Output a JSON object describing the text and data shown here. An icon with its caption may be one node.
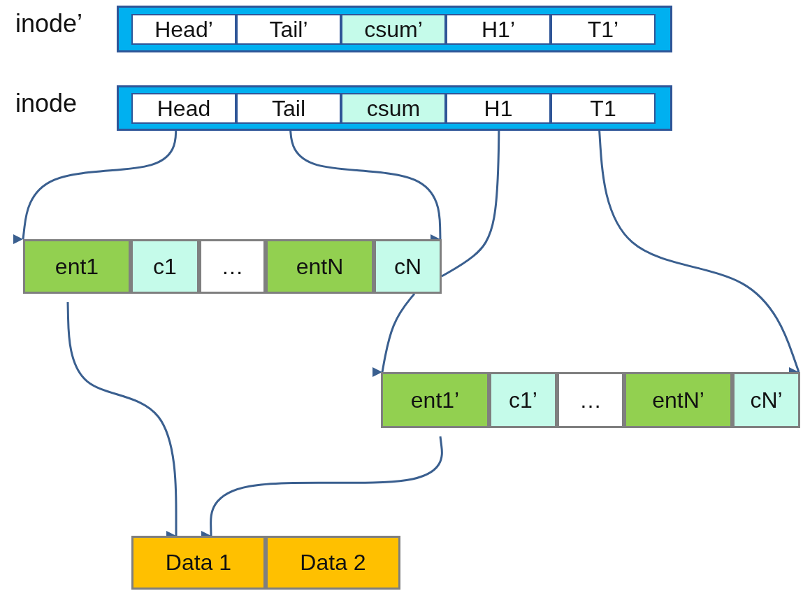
{
  "diagram": {
    "nodes": [
      {
        "text": [
          "inode’"
        ]
      },
      {
        "text": [
          "Head’"
        ],
        "in": 0
      },
      {
        "text": [
          "Tail’"
        ],
        "in": 0
      },
      {
        "text": [
          "csum’"
        ],
        "in": 0
      },
      {
        "text": [
          "H1’"
        ],
        "in": 0
      },
      {
        "text": [
          "T1’"
        ],
        "in": 0
      },
      {
        "text": [
          "inode"
        ]
      },
      {
        "text": [
          "Head"
        ],
        "in": 6
      },
      {
        "text": [
          "Tail"
        ],
        "in": 6
      },
      {
        "text": [
          "csum"
        ],
        "in": 6
      },
      {
        "text": [
          "H1"
        ],
        "in": 6
      },
      {
        "text": [
          "T1"
        ],
        "in": 6
      },
      {
        "text": [
          "ent1"
        ]
      },
      {
        "text": [
          "c1"
        ]
      },
      {
        "text": [
          "…"
        ]
      },
      {
        "text": [
          "entN"
        ]
      },
      {
        "text": [
          "cN"
        ]
      },
      {
        "text": [
          "ent1’"
        ]
      },
      {
        "text": [
          "c1’"
        ]
      },
      {
        "text": [
          "…"
        ]
      },
      {
        "text": [
          "entN’"
        ]
      },
      {
        "text": [
          "cN’"
        ]
      },
      {
        "text": [
          "Data 1"
        ]
      },
      {
        "text": [
          "Data 2"
        ]
      }
    ],
    "edges": [
      {
        "from": 7,
        "to": 12,
        "arrow": "to"
      },
      {
        "from": 8,
        "to": 16,
        "arrow": "to"
      },
      {
        "from": 10,
        "to": 16,
        "arrow": "none"
      },
      {
        "from": 16,
        "to": 17,
        "arrow": "to"
      },
      {
        "from": 11,
        "to": 21,
        "arrow": "to"
      },
      {
        "from": 12,
        "to": 22,
        "arrow": "to"
      },
      {
        "from": 17,
        "to": 22,
        "arrow": "to"
      }
    ]
  }
}
